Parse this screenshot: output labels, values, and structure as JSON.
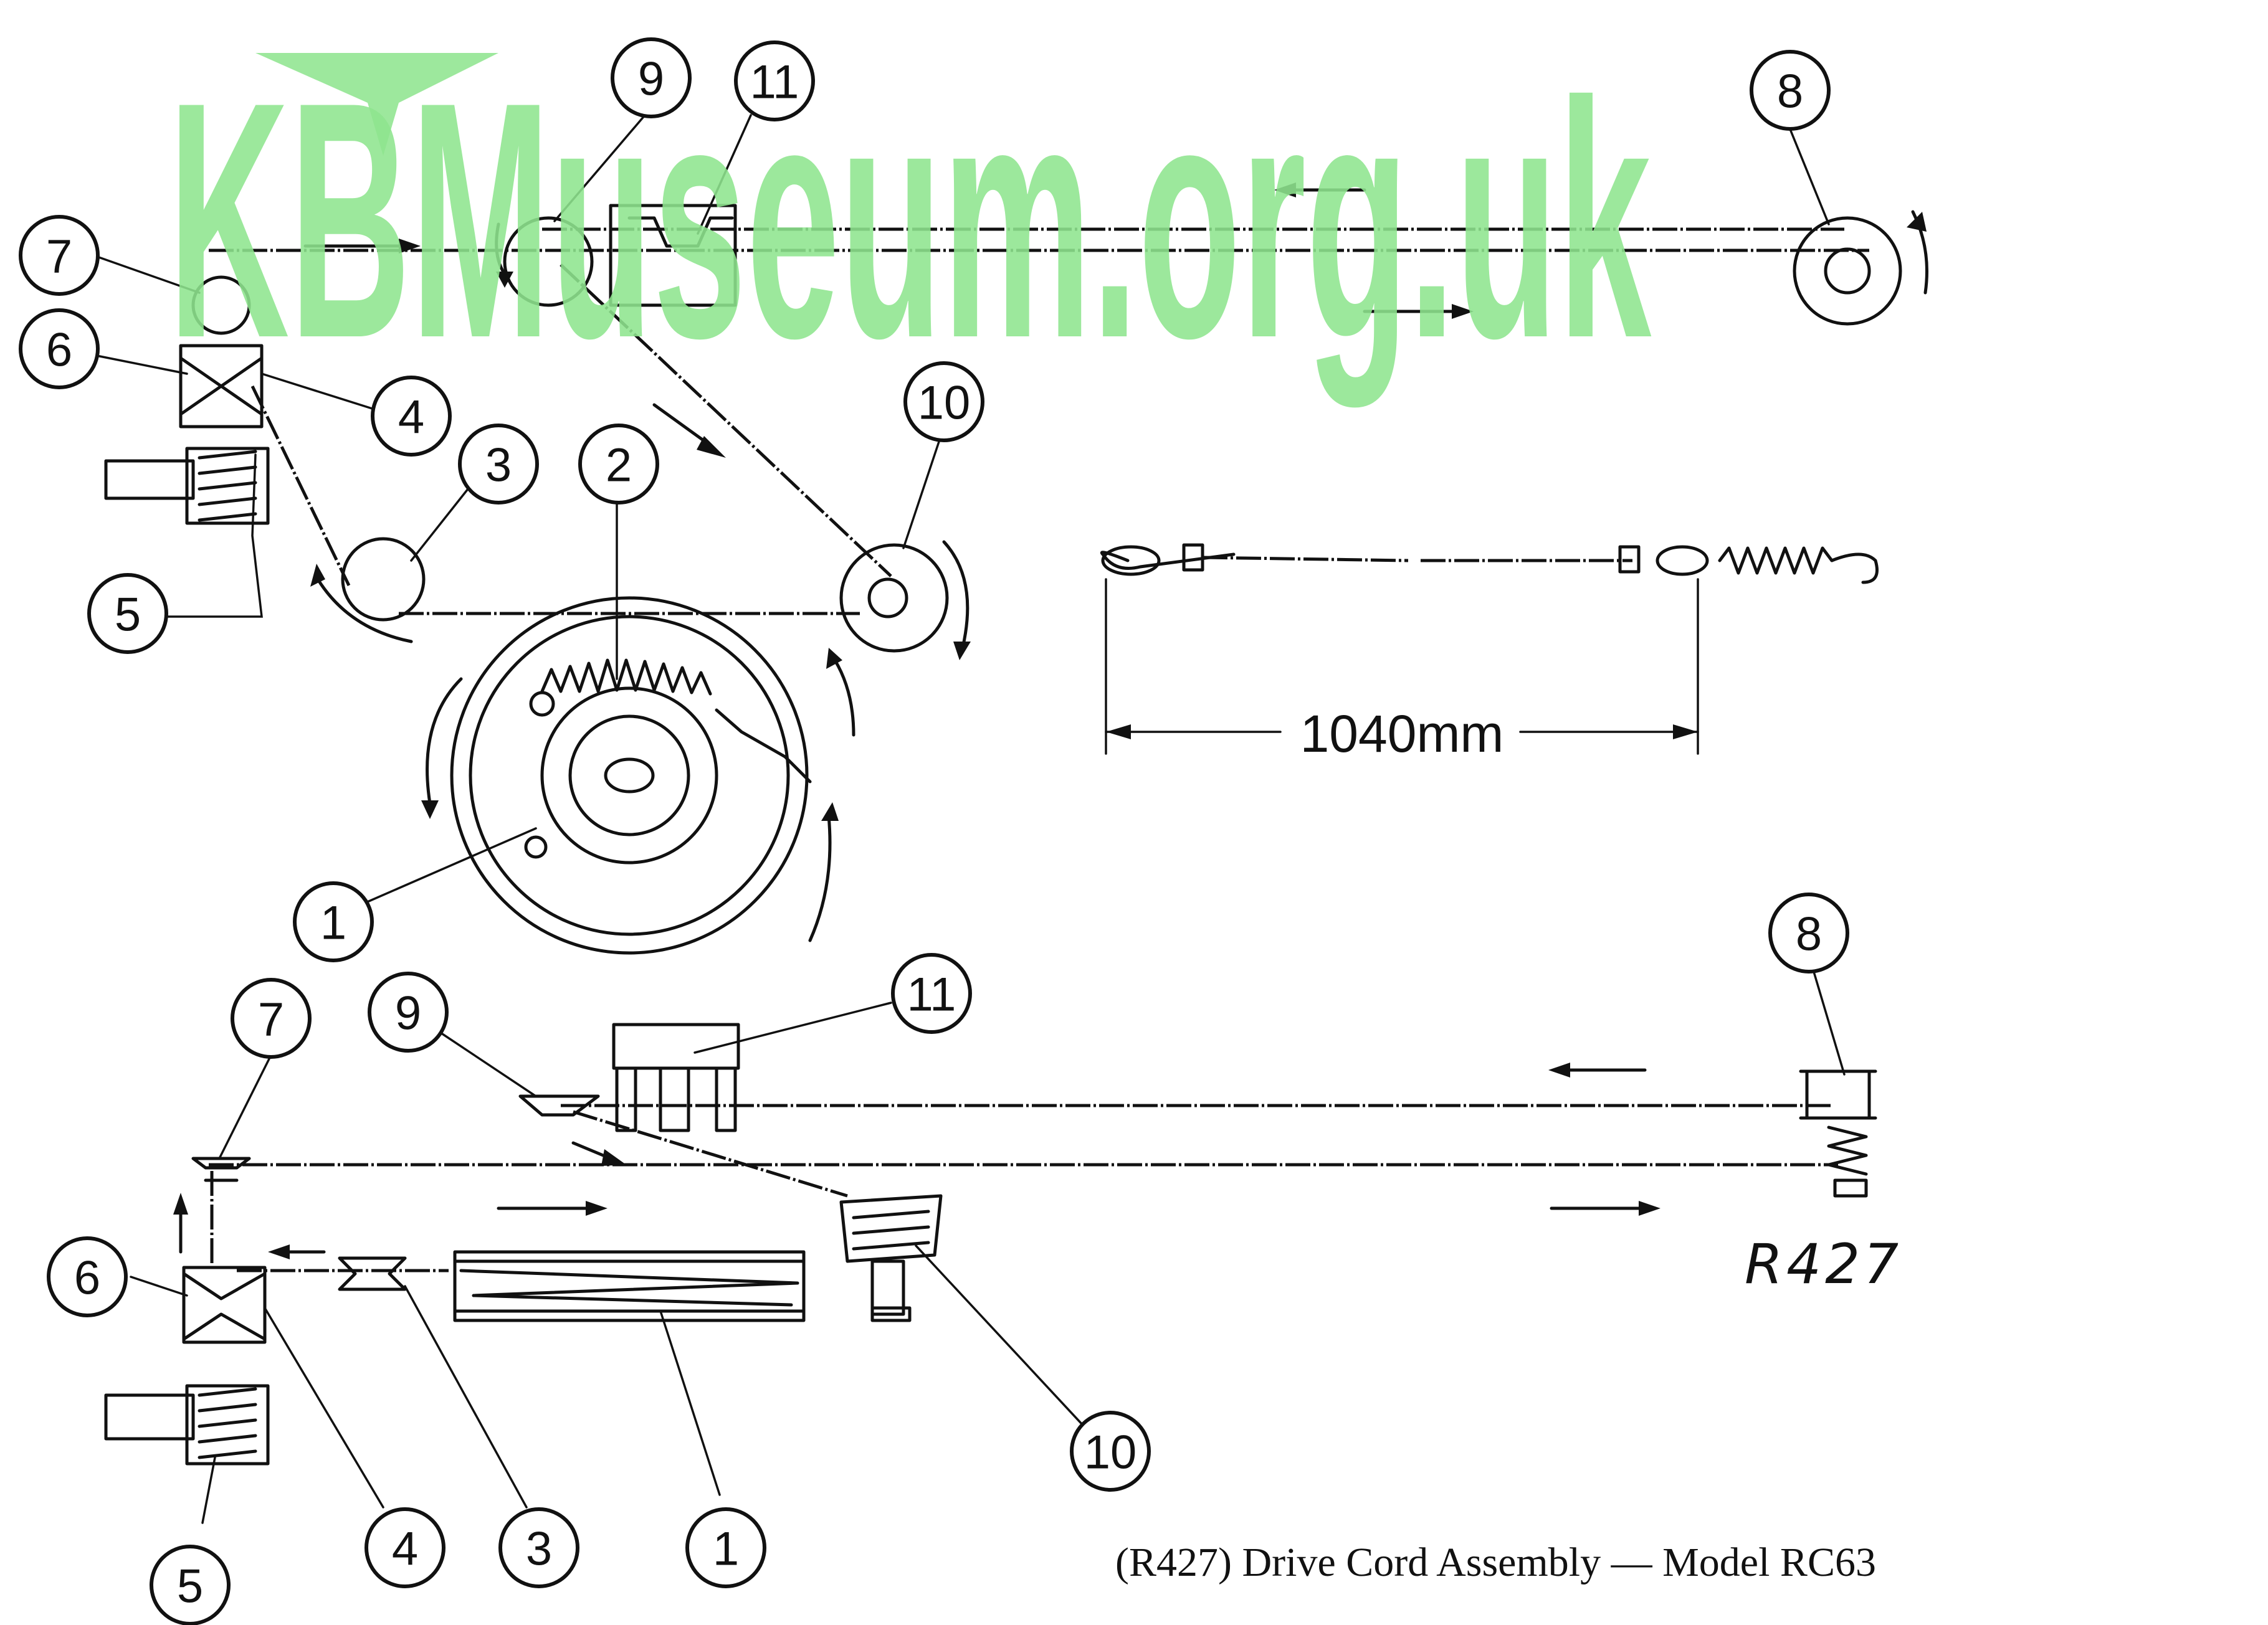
{
  "watermark": {
    "text": "KBMuseum.org.uk",
    "color": "#8fe58f"
  },
  "dimension": {
    "label": "1040mm"
  },
  "drawing_ref": "R427",
  "caption": "(R427) Drive Cord Assembly — Model RC63",
  "callouts_top": [
    "7",
    "6",
    "4",
    "5",
    "3",
    "2",
    "1",
    "9",
    "11",
    "10",
    "8"
  ],
  "callouts_bottom": [
    "7",
    "9",
    "11",
    "8",
    "6",
    "5",
    "4",
    "3",
    "1",
    "10"
  ]
}
